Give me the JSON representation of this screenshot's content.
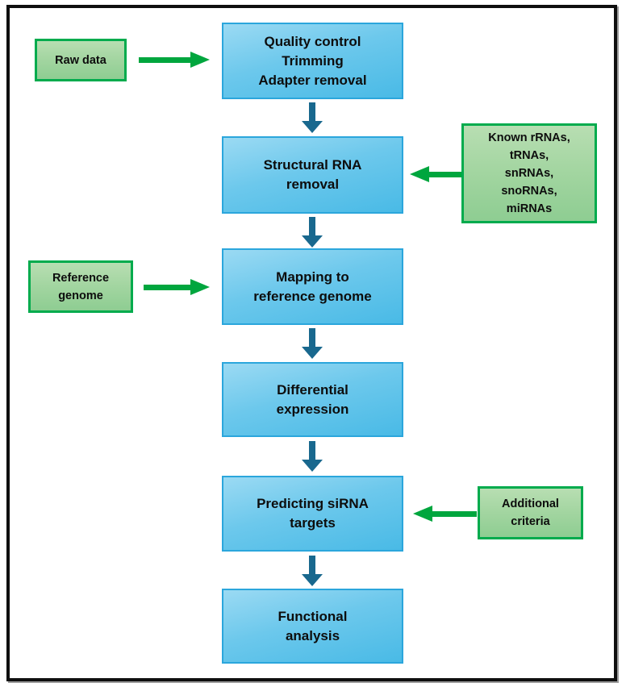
{
  "diagram": {
    "type": "flowchart",
    "steps": [
      {
        "id": "step-1",
        "label": "Quality control\nTrimming\nAdapter removal"
      },
      {
        "id": "step-2",
        "label": "Structural RNA\nremoval"
      },
      {
        "id": "step-3",
        "label": "Mapping to\nreference genome"
      },
      {
        "id": "step-4",
        "label": "Differential\nexpression"
      },
      {
        "id": "step-5",
        "label": "Predicting siRNA\ntargets"
      },
      {
        "id": "step-6",
        "label": "Functional\nanalysis"
      }
    ],
    "inputs": [
      {
        "id": "raw-data",
        "label": "Raw data",
        "points_to": "step-1",
        "arrow_direction": "right"
      },
      {
        "id": "known-rnas",
        "label": "Known rRNAs,\ntRNAs,\nsnRNAs,\nsnoRNAs,\nmiRNAs",
        "points_to": "step-2",
        "arrow_direction": "left"
      },
      {
        "id": "reference-genome",
        "label": "Reference\ngenome",
        "points_to": "step-3",
        "arrow_direction": "right"
      },
      {
        "id": "additional-criteria",
        "label": "Additional\ncriteria",
        "points_to": "step-5",
        "arrow_direction": "left"
      }
    ],
    "flow_connectors": [
      {
        "from": "step-1",
        "to": "step-2"
      },
      {
        "from": "step-2",
        "to": "step-3"
      },
      {
        "from": "step-3",
        "to": "step-4"
      },
      {
        "from": "step-4",
        "to": "step-5"
      },
      {
        "from": "step-5",
        "to": "step-6"
      }
    ],
    "colors": {
      "step_fill_top": "#9bdaf3",
      "step_fill_bottom": "#49bae6",
      "step_border": "#2ba6dc",
      "input_fill_top": "#b8deb2",
      "input_fill_bottom": "#8ecd92",
      "input_border": "#00ab4d",
      "flow_arrow": "#19688e",
      "input_arrow": "#00a63e",
      "frame": "#0f0f0f",
      "text": "#0d0d0d",
      "background": "#ffffff"
    }
  }
}
